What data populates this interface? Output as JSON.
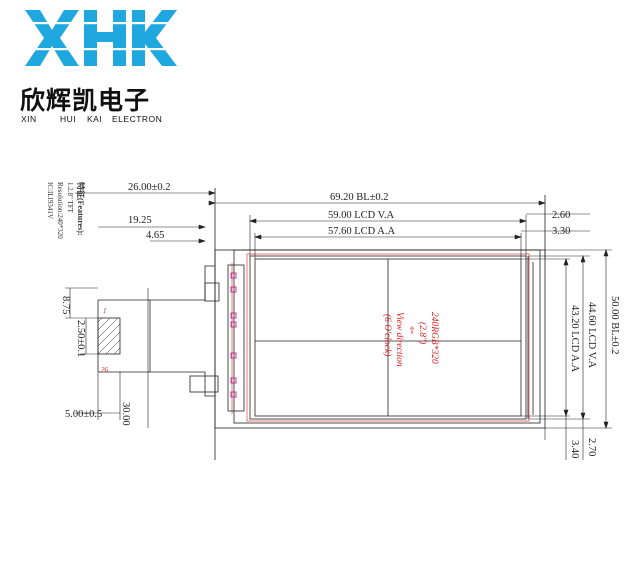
{
  "brand": {
    "logo_text": "XHK",
    "cn_name": "欣辉凯电子",
    "en_words": [
      "XIN",
      "HUI",
      "KAI",
      "ELECTRON"
    ],
    "logo_color": "#1fa8df"
  },
  "features": {
    "title": "特征(Features):",
    "lines": [
      "1.2.8\" TFT",
      "Resolution:240*320",
      "IC:ILI9341V"
    ]
  },
  "dimensions": {
    "d_26_00": "26.00±0.2",
    "d_19_25": "19.25",
    "d_4_65": "4.65",
    "d_8_75": "8.75",
    "d_2_50": "2.50±0.1",
    "d_5_00": "5.00±0.5",
    "d_30_00": "30.00",
    "d_69_20": "69.20  BL±0.2",
    "d_59_00": "59.00  LCD  V.A",
    "d_57_60": "57.60  LCD  A.A",
    "d_2_60": "2.60",
    "d_3_30": "3.30",
    "d_50_00": "50.00  BL±0.2",
    "d_44_60": "44.60  LCD  V.A",
    "d_43_20": "43.20  LCD  A.A",
    "d_2_70": "2.70",
    "d_3_40": "3.40"
  },
  "panel_notes": {
    "resolution": "240RGB*320",
    "size": "(2.8\")",
    "arrow": "⇦",
    "view_direction": "View direction",
    "clock": "(6 O'clock)"
  },
  "small_labels": {
    "pin_1": "1",
    "pin_26": "26"
  },
  "colors": {
    "line": "#222222",
    "accent_red": "#d32020",
    "pad_magenta": "#c0208a"
  }
}
